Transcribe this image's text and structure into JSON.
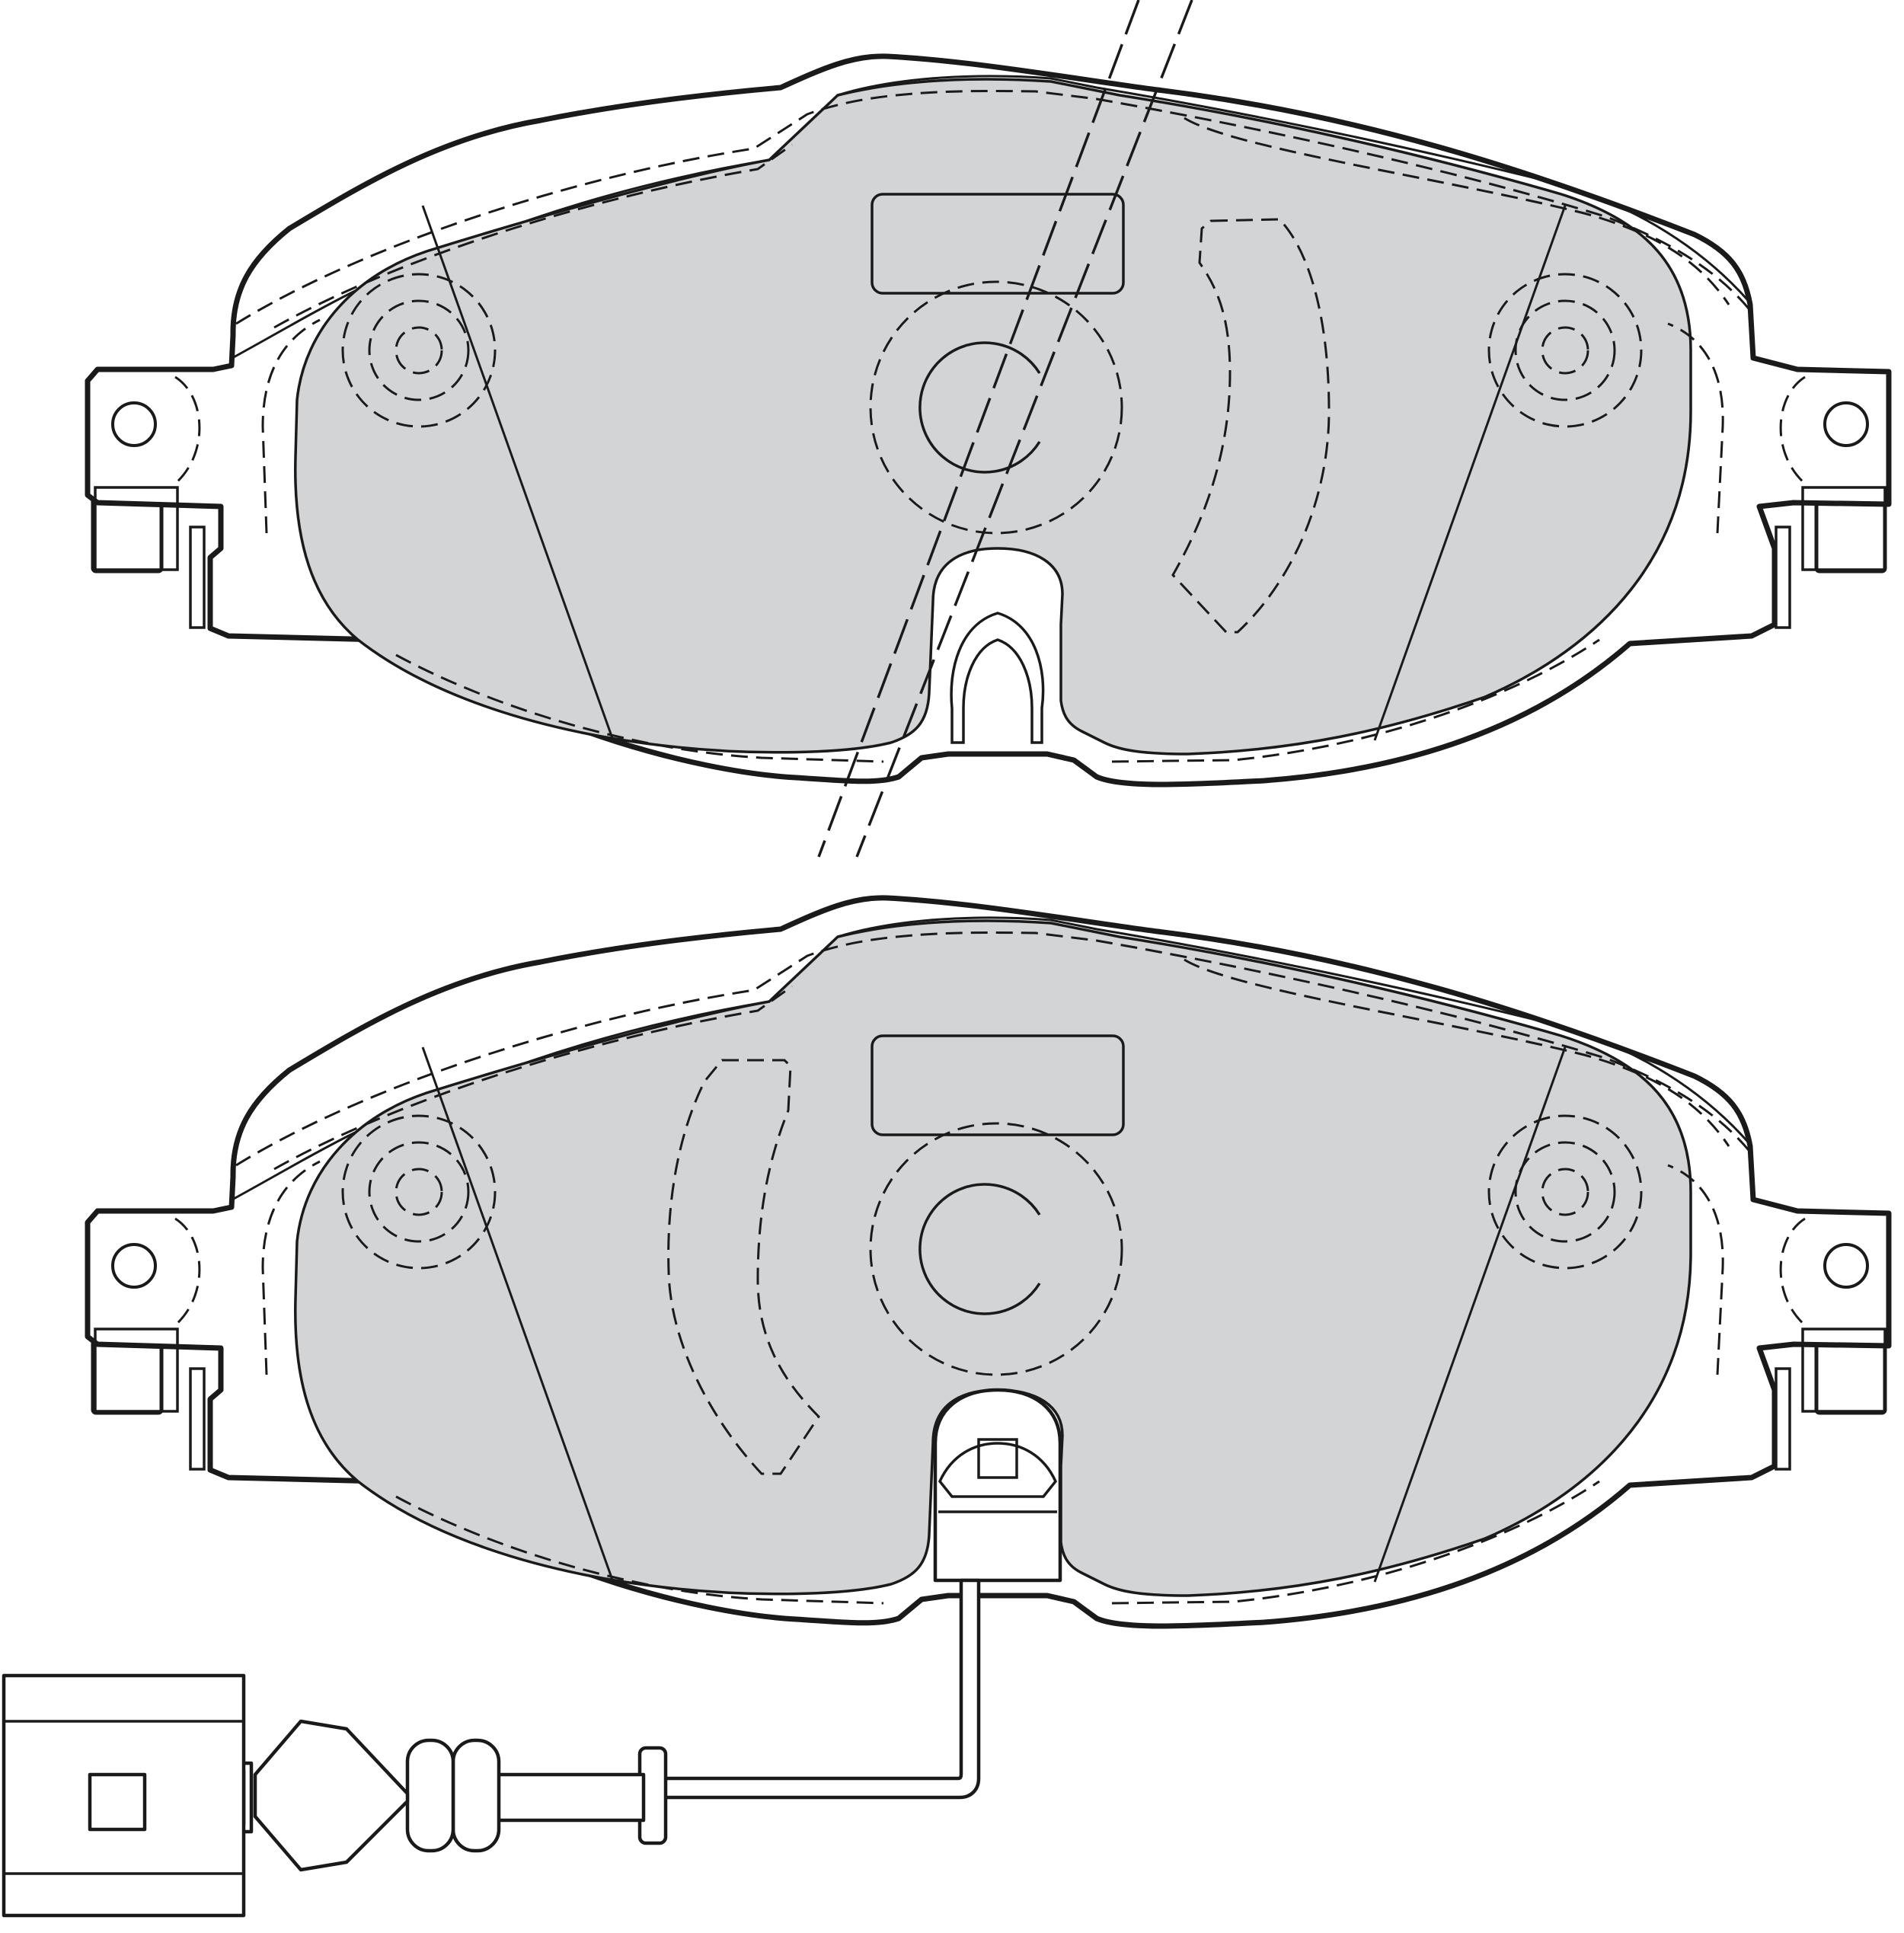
{
  "figure": {
    "colors": {
      "line": "#1a1a1a",
      "friction_fill": "#d3d4d6",
      "backing_fill": "#ffffff",
      "background": "#ffffff"
    },
    "pads": [
      {
        "id": "upper-pad",
        "has_wear_sensor": false,
        "has_section_cut": true,
        "groove_side": "right"
      },
      {
        "id": "lower-pad",
        "has_wear_sensor": true,
        "has_section_cut": false,
        "groove_side": "left"
      }
    ],
    "icons": [
      "mounting-hole-icon",
      "wear-sensor-connector-icon",
      "cable-sleeve-icon"
    ]
  }
}
